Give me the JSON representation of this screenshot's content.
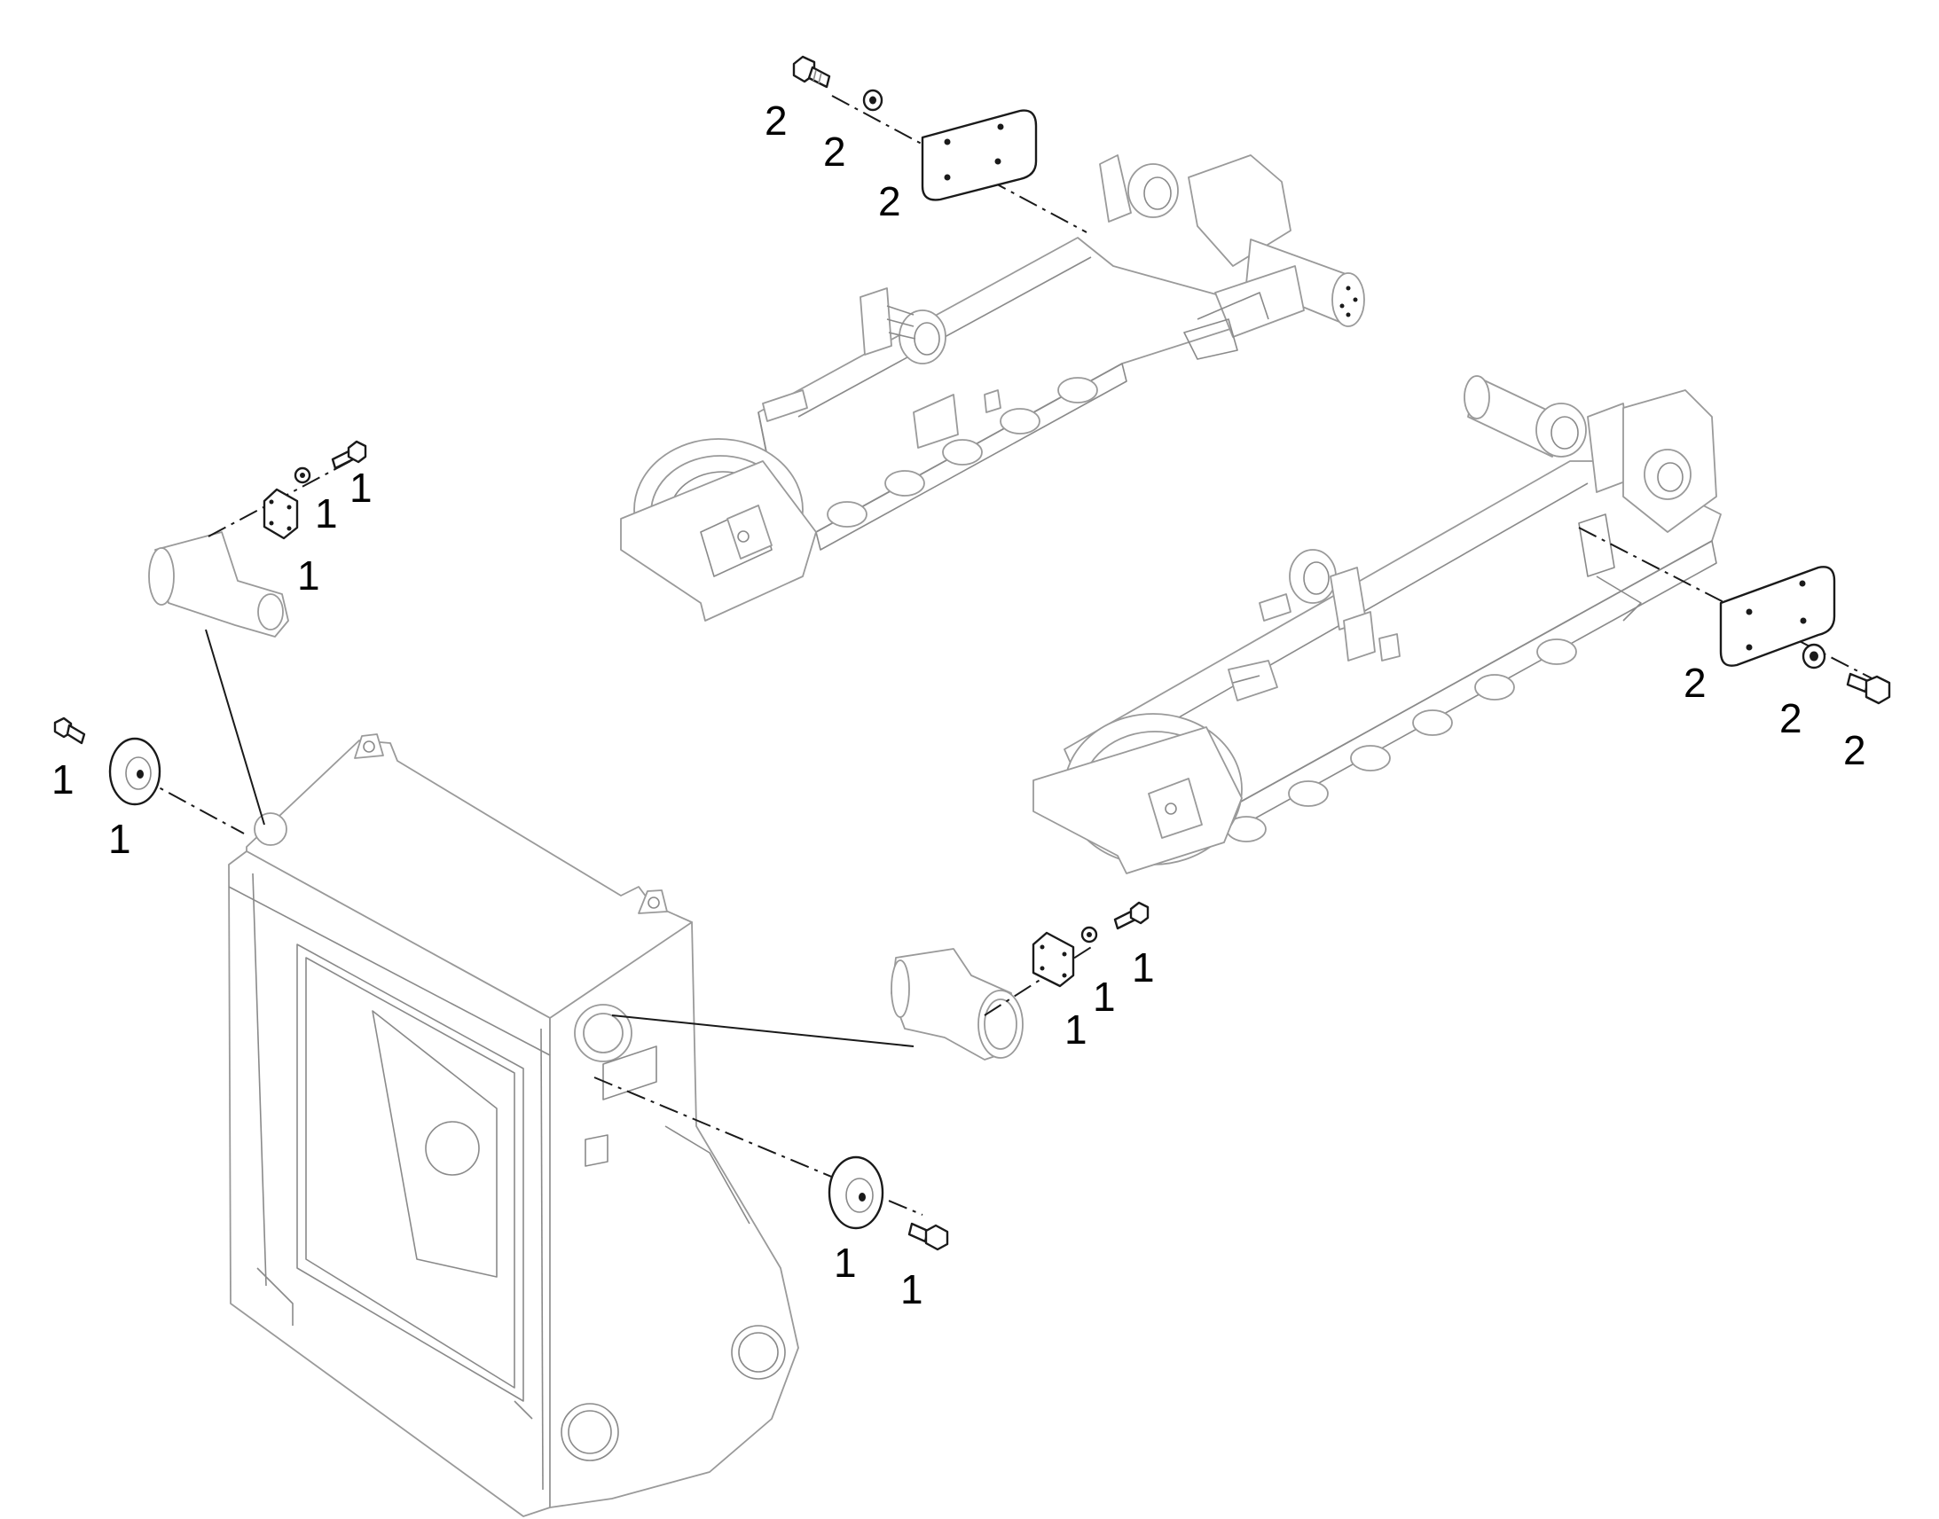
{
  "callouts": {
    "top_bolt": "2",
    "top_washer": "2",
    "top_plate": "2",
    "right_plate": "2",
    "right_washer": "2",
    "right_bolt": "2",
    "upper_bolt": "1",
    "upper_washer": "1",
    "upper_cover": "1",
    "left_bolt": "1",
    "left_disc": "1",
    "mid_bolt": "1",
    "mid_washer": "1",
    "mid_cover": "1",
    "lower_disc": "1",
    "lower_bolt": "1"
  }
}
